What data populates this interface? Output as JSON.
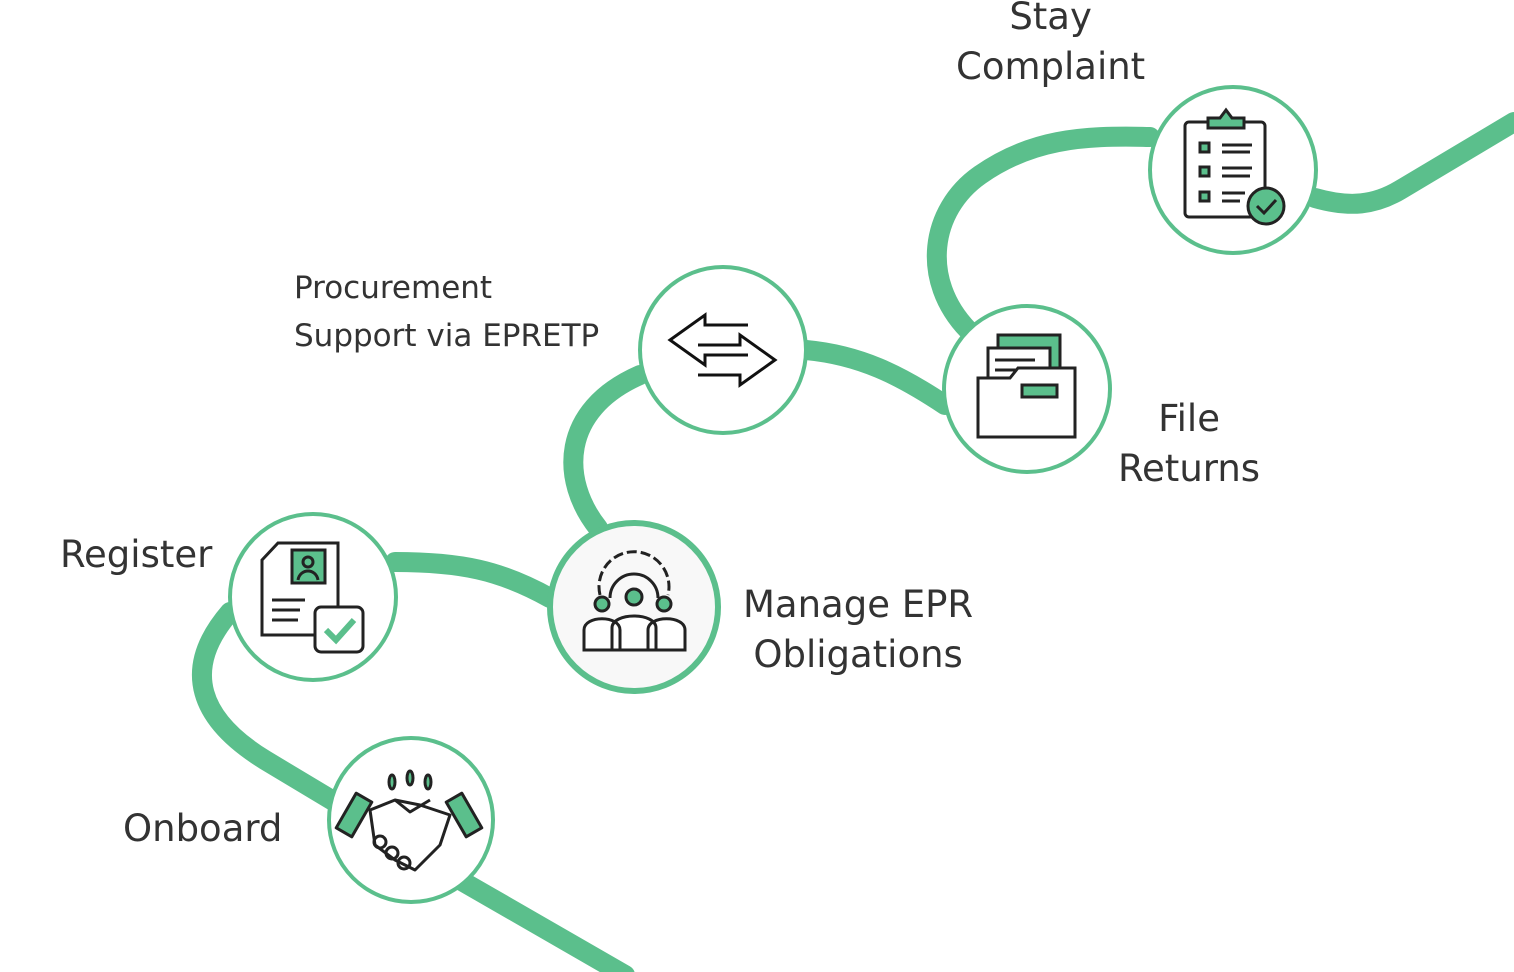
{
  "colors": {
    "accent": "#5bbf8c",
    "text": "#333333",
    "circle_fill": "#f8f8f8"
  },
  "steps": [
    {
      "label_lines": [
        "Onboard"
      ],
      "icon": "handshake-icon"
    },
    {
      "label_lines": [
        "Register"
      ],
      "icon": "registration-document-icon"
    },
    {
      "label_lines": [
        "Manage EPR",
        "Obligations"
      ],
      "icon": "team-gear-icon"
    },
    {
      "label_lines": [
        "Procurement",
        "Support via EPRETP"
      ],
      "icon": "exchange-arrows-icon"
    },
    {
      "label_lines": [
        "File",
        "Returns"
      ],
      "icon": "folder-files-icon"
    },
    {
      "label_lines": [
        "Stay",
        "Complaint"
      ],
      "icon": "checklist-clipboard-icon"
    }
  ]
}
